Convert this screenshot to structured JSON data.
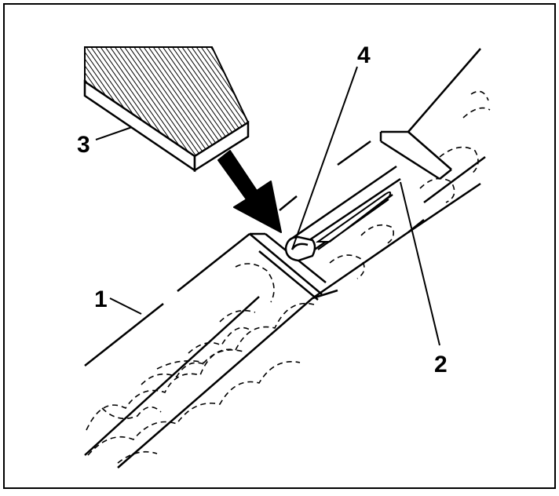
{
  "callouts": {
    "one": "1",
    "two": "2",
    "three": "3",
    "four": "4"
  },
  "colors": {
    "ink": "#000000",
    "paper": "#ffffff"
  }
}
